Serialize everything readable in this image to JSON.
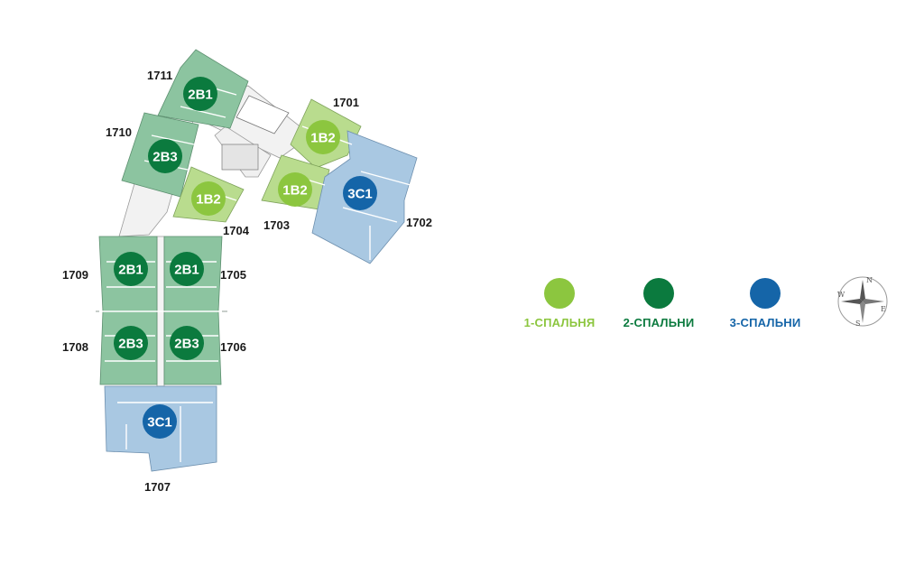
{
  "colors": {
    "one_bedroom": "#8cc63f",
    "two_bedroom": "#0b7a3e",
    "three_bedroom": "#1565a8",
    "one_bedroom_fill": "#b9dc8e",
    "two_bedroom_fill": "#8cc4a0",
    "three_bedroom_fill": "#a9c8e2",
    "corridor": "#f2f2f2"
  },
  "units": [
    {
      "number": "1711",
      "type": "2B1",
      "category": "two_bedroom"
    },
    {
      "number": "1710",
      "type": "2B3",
      "category": "two_bedroom"
    },
    {
      "number": "1701",
      "type": "1B2",
      "category": "one_bedroom"
    },
    {
      "number": "1703",
      "type": "1B2",
      "category": "one_bedroom"
    },
    {
      "number": "1704",
      "type": "1B2",
      "category": "one_bedroom"
    },
    {
      "number": "1702",
      "type": "3C1",
      "category": "three_bedroom"
    },
    {
      "number": "1709",
      "type": "2B1",
      "category": "two_bedroom"
    },
    {
      "number": "1705",
      "type": "2B1",
      "category": "two_bedroom"
    },
    {
      "number": "1708",
      "type": "2B3",
      "category": "two_bedroom"
    },
    {
      "number": "1706",
      "type": "2B3",
      "category": "two_bedroom"
    },
    {
      "number": "1707",
      "type": "3C1",
      "category": "three_bedroom"
    }
  ],
  "legend": {
    "one_bedroom": "1-СПАЛЬНЯ",
    "two_bedroom": "2-СПАЛЬНИ",
    "three_bedroom": "3-СПАЛЬНИ"
  },
  "compass": {
    "icon": "compass-rose-icon",
    "letters": {
      "n": "N",
      "e": "E",
      "s": "S",
      "w": "W"
    }
  }
}
